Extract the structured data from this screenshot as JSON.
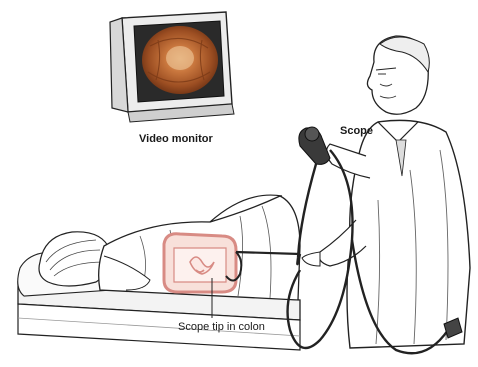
{
  "labels": {
    "video_monitor": "Video monitor",
    "scope": "Scope",
    "scope_tip": "Scope tip in colon"
  },
  "colors": {
    "line_art": "#222222",
    "colon_outline": "#d88b84",
    "colon_fill": "#f6dcd6",
    "monitor_screen": "#b5622f",
    "monitor_screen_center": "#d89a5c",
    "bed": "#f2f2f2",
    "skin": "#ffffff"
  }
}
